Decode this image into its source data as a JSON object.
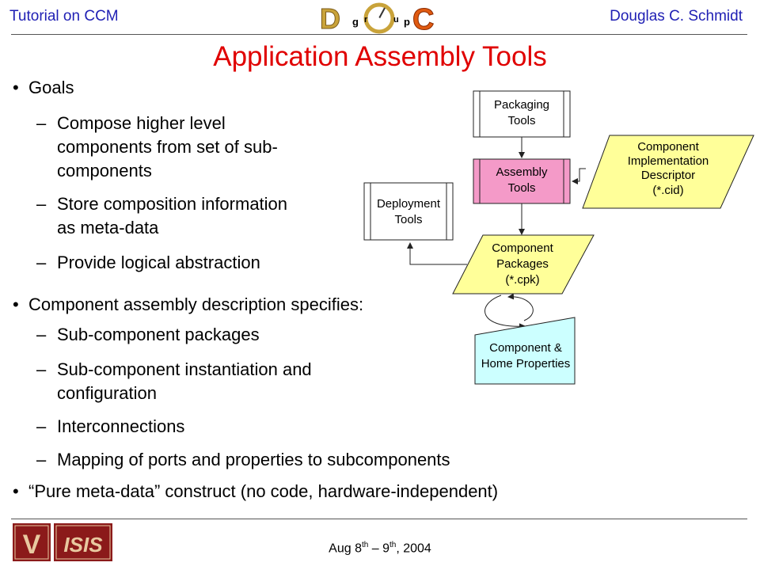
{
  "header": {
    "left": "Tutorial on CCM",
    "right": "Douglas C. Schmidt",
    "logo": {
      "letters": [
        "D",
        "g",
        "r",
        "o",
        "u",
        "p",
        "C"
      ]
    }
  },
  "title": "Application Assembly Tools",
  "bullets": [
    {
      "text": "Goals",
      "sub": [
        {
          "lines": [
            "Compose higher level",
            "components from set of sub-",
            "components"
          ]
        },
        {
          "lines": [
            "Store composition information",
            "as meta-data"
          ]
        },
        {
          "lines": [
            "Provide logical abstraction"
          ]
        }
      ]
    },
    {
      "text": "Component assembly description specifies:",
      "sub": [
        {
          "lines": [
            "Sub-component packages"
          ]
        },
        {
          "lines": [
            "Sub-component instantiation and",
            "configuration"
          ]
        },
        {
          "lines": [
            "Interconnections"
          ]
        },
        {
          "lines": [
            "Mapping of ports and properties to subcomponents"
          ]
        }
      ]
    },
    {
      "text": "“Pure meta-data” construct (no code, hardware-independent)",
      "sub": []
    }
  ],
  "diagram": {
    "packaging_tools": [
      "Packaging",
      "Tools"
    ],
    "assembly_tools": [
      "Assembly",
      "Tools"
    ],
    "deployment_tools": [
      "Deployment",
      "Tools"
    ],
    "component_impl_descriptor": [
      "Component",
      "Implementation",
      "Descriptor",
      "(*.cid)"
    ],
    "component_packages": [
      "Component",
      "Packages",
      "(*.cpk)"
    ],
    "component_home_properties": [
      "Component &",
      "Home Properties"
    ]
  },
  "footer": {
    "date_a": "Aug 8",
    "sup_a": "th",
    "date_mid": " – 9",
    "sup_b": "th",
    "date_end": ", 2004",
    "logo_left": "V",
    "logo_right": "ISIS"
  },
  "colors": {
    "header_text": "#1f1fb4",
    "title": "#e00000",
    "assembly_fill": "#f49ac8",
    "yellow_fill": "#ffff99",
    "cyan_fill": "#ccffff",
    "footer_logo": "#8b1a1a"
  }
}
